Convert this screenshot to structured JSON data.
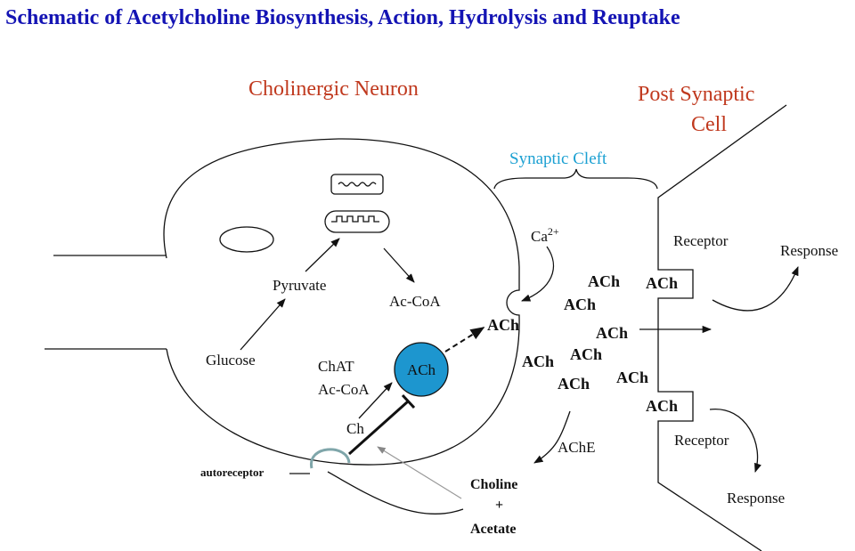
{
  "title": "Schematic of Acetylcholine Biosynthesis, Action, Hydrolysis and Reuptake",
  "colors": {
    "title": "#1414b4",
    "region_labels": "#c0391e",
    "cleft_label": "#1ba0d2",
    "vesicle_fill": "#1d96cf",
    "autoreceptor": "#7fa6aa"
  },
  "regions": {
    "neuron": "Cholinergic Neuron",
    "post_synaptic_line1": "Post Synaptic",
    "post_synaptic_line2": "Cell",
    "cleft": "Synaptic Cleft"
  },
  "labels": {
    "glucose": "Glucose",
    "pyruvate": "Pyruvate",
    "ac_coa": "Ac-CoA",
    "chat": "ChAT",
    "chat_ac_coa": "Ac-CoA",
    "ch": "Ch",
    "vesicle_ach": "ACh",
    "release_ach": "ACh",
    "calcium": "Ca",
    "calcium_sup": "2+",
    "autoreceptor": "autoreceptor",
    "ache": "AChE",
    "choline": "Choline",
    "plus": "+",
    "acetate": "Acetate",
    "receptor_top": "Receptor",
    "receptor_bottom": "Receptor",
    "response_top": "Response",
    "response_bottom": "Response"
  },
  "cleft_ach": [
    "ACh",
    "ACh",
    "ACh",
    "ACh",
    "ACh",
    "ACh",
    "ACh"
  ],
  "bound_ach": [
    "ACh",
    "ACh"
  ]
}
